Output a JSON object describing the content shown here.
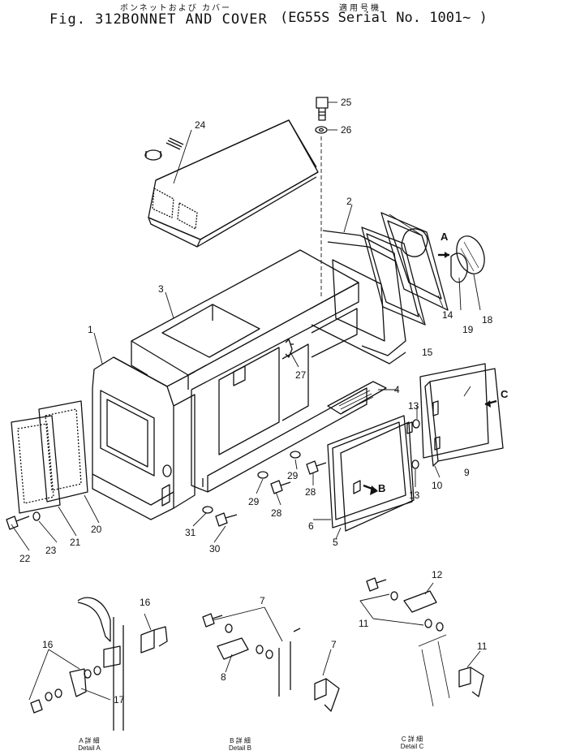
{
  "header": {
    "jp_title": "ボンネットおよび カバー",
    "jp_serial": "適用号機",
    "figure": "Fig. 312",
    "title": "BONNET AND COVER",
    "serial": "(EG55S Serial No. 1001~ )"
  },
  "callouts": [
    "1",
    "2",
    "3",
    "4",
    "5",
    "6",
    "7",
    "8",
    "9",
    "10",
    "11",
    "12",
    "13",
    "14",
    "15",
    "16",
    "17",
    "18",
    "19",
    "20",
    "21",
    "22",
    "23",
    "24",
    "25",
    "26",
    "27",
    "28",
    "29",
    "30",
    "31"
  ],
  "view_markers": {
    "a": "A",
    "b": "B",
    "c": "C"
  },
  "details": [
    {
      "jp": "A 詳 細",
      "en": "Detail  A"
    },
    {
      "jp": "B 詳 細",
      "en": "Detail  B"
    },
    {
      "jp": "C 詳 細",
      "en": "Detail  C"
    }
  ]
}
